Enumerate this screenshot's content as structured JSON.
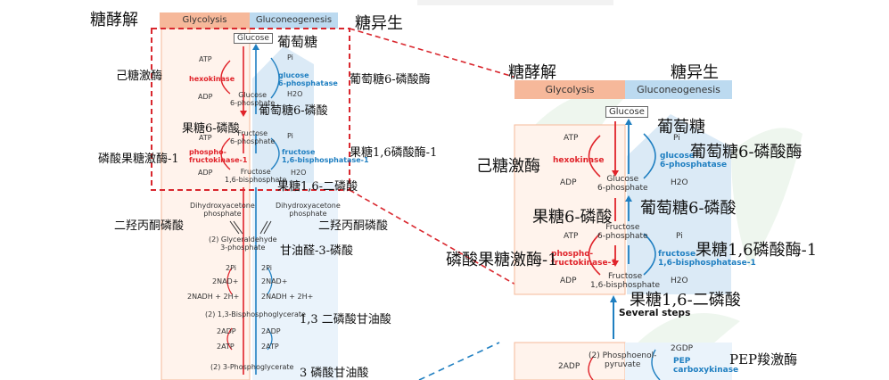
{
  "left_panel": {
    "cn_glycolysis": "糖酵解",
    "cn_gluconeogenesis": "糖异生",
    "header_glycolysis": "Glycolysis",
    "header_gluconeogenesis": "Gluconeogenesis",
    "glucose_box": "Glucose",
    "cn_glucose": "葡萄糖",
    "atp1": "ATP",
    "adp1": "ADP",
    "hexokinase": "hexokinase",
    "pi1": "Pi",
    "h2o1": "H2O",
    "g6pase": "glucose\n6-phosphatase",
    "g6p": "Glucose\n6-phosphate",
    "cn_g6p": "葡萄糖6-磷酸",
    "cn_hexokinase": "己糖激酶",
    "cn_g6pase": "葡萄糖6-磷酸酶",
    "cn_f6p": "果糖6-磷酸",
    "f6p": "Fructose\n6-phosphate",
    "atp2": "ATP",
    "adp2": "ADP",
    "pfk": "phospho-\nfructokinase-1",
    "pi2": "Pi",
    "h2o2": "H2O",
    "fbpase": "fructose\n1,6-bisphosphatase-1",
    "cn_pfk": "磷酸果糖激酶-1",
    "cn_fbpase": "果糖1,6磷酸酶-1",
    "f16bp": "Fructose\n1,6-bisphosphate",
    "cn_f16bp": "果糖1,6-二磷酸",
    "dhap_left": "Dihydroxyacetone\nphosphate",
    "dhap_right": "Dihydroxyacetone\nphosphate",
    "cn_dhap_left": "二羟丙酮磷酸",
    "cn_dhap_right": "二羟丙酮磷酸",
    "g3p": "(2) Glyceraldehyde\n3-phosphate",
    "cn_g3p": "甘油醛-3-磷酸",
    "pi_l": "2Pi",
    "pi_r": "2Pi",
    "nad_l": "2NAD+",
    "nad_r": "2NAD+",
    "nadh_l": "2NADH + 2H+",
    "nadh_r": "2NADH + 2H+",
    "bpg": "(2) 1,3-Bisphosphoglycerate",
    "cn_bpg": "1,3 二磷酸甘油酸",
    "adp_l": "2ADP",
    "adp_r": "2ADP",
    "atp_l": "2ATP",
    "atp_r": "2ATP",
    "pg3": "(2) 3-Phosphoglycerate",
    "cn_pg3": "3 磷酸甘油酸"
  },
  "right_panel": {
    "cn_glycolysis": "糖酵解",
    "cn_gluconeogenesis": "糖异生",
    "header_glycolysis": "Glycolysis",
    "header_gluconeogenesis": "Gluconeogenesis",
    "glucose_box": "Glucose",
    "cn_glucose": "葡萄糖",
    "atp1": "ATP",
    "adp1": "ADP",
    "hexokinase": "hexokinase",
    "pi1": "Pi",
    "h2o1": "H2O",
    "g6pase": "glucose\n6-phosphatase",
    "cn_g6pase": "葡萄糖6-磷酸酶",
    "cn_hexokinase": "己糖激酶",
    "g6p": "Glucose\n6-phosphate",
    "cn_g6p": "葡萄糖6-磷酸",
    "cn_f6p": "果糖6-磷酸",
    "f6p": "Fructose\n6-phosphate",
    "atp2": "ATP",
    "adp2": "ADP",
    "pfk": "phospho-\nfructokinase-1",
    "pi2": "Pi",
    "h2o2": "H2O",
    "fbpase": "fructose\n1,6-bisphosphatase-1",
    "cn_fbpase": "果糖1,6磷酸酶-1",
    "cn_pfk": "磷酸果糖激酶-1",
    "f16bp": "Fructose\n1,6-bisphosphate",
    "cn_f16bp": "果糖1,6-二磷酸",
    "several_steps": "Several steps",
    "gdp": "2GDP",
    "pep_carboxykinase": "PEP\ncarboxykinase",
    "cn_pep_ck": "PEP羧激酶",
    "adp_bottom": "2ADP",
    "pep": "(2) Phosphoenol-\npyruvate"
  }
}
